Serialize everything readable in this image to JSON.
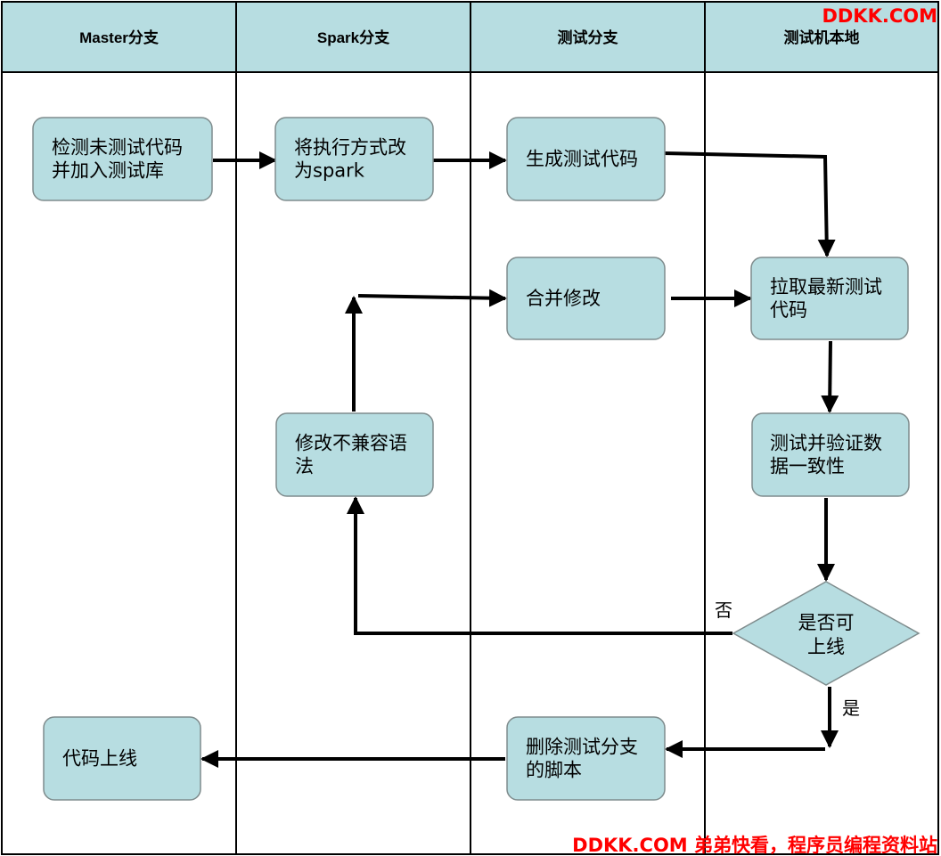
{
  "colors": {
    "header_fill": "#b7dde1",
    "node_fill": "#b7dde1",
    "node_stroke": "#7f8c8d",
    "line": "#000000",
    "watermark": "#ff0000"
  },
  "lanes": [
    {
      "id": "master",
      "title": "Master分支"
    },
    {
      "id": "spark",
      "title": "Spark分支"
    },
    {
      "id": "test",
      "title": "测试分支"
    },
    {
      "id": "local",
      "title": "测试机本地"
    }
  ],
  "nodes": [
    {
      "id": "detect",
      "shape": "rect",
      "lines": [
        "检测未测试代码",
        "并加入测试库"
      ]
    },
    {
      "id": "spark_exec",
      "shape": "rect",
      "lines": [
        "将执行方式改",
        "为spark"
      ]
    },
    {
      "id": "gen_code",
      "shape": "rect",
      "lines": [
        "生成测试代码"
      ]
    },
    {
      "id": "merge",
      "shape": "rect",
      "lines": [
        "合并修改"
      ]
    },
    {
      "id": "pull",
      "shape": "rect",
      "lines": [
        "拉取最新测试",
        "代码"
      ]
    },
    {
      "id": "fix_syntax",
      "shape": "rect",
      "lines": [
        "修改不兼容语",
        "法"
      ]
    },
    {
      "id": "verify",
      "shape": "rect",
      "lines": [
        "测试并验证数",
        "据一致性"
      ]
    },
    {
      "id": "decision",
      "shape": "diamond",
      "lines": [
        "是否可",
        "上线"
      ]
    },
    {
      "id": "delete_script",
      "shape": "rect",
      "lines": [
        "删除测试分支",
        "的脚本"
      ]
    },
    {
      "id": "release",
      "shape": "rect",
      "lines": [
        "代码上线"
      ]
    }
  ],
  "edges": [
    {
      "from": "detect",
      "to": "spark_exec",
      "label": ""
    },
    {
      "from": "spark_exec",
      "to": "gen_code",
      "label": ""
    },
    {
      "from": "gen_code",
      "to": "pull",
      "label": ""
    },
    {
      "from": "merge",
      "to": "pull",
      "label": ""
    },
    {
      "from": "pull",
      "to": "verify",
      "label": ""
    },
    {
      "from": "verify",
      "to": "decision",
      "label": ""
    },
    {
      "from": "decision",
      "to": "fix_syntax",
      "label": "否"
    },
    {
      "from": "fix_syntax",
      "to": "merge",
      "label": ""
    },
    {
      "from": "decision",
      "to": "delete_script",
      "label": "是"
    },
    {
      "from": "delete_script",
      "to": "release",
      "label": ""
    }
  ],
  "watermark_top": "DDKK.COM",
  "watermark_bottom": "DDKK.COM 弟弟快看，程序员编程资料站"
}
